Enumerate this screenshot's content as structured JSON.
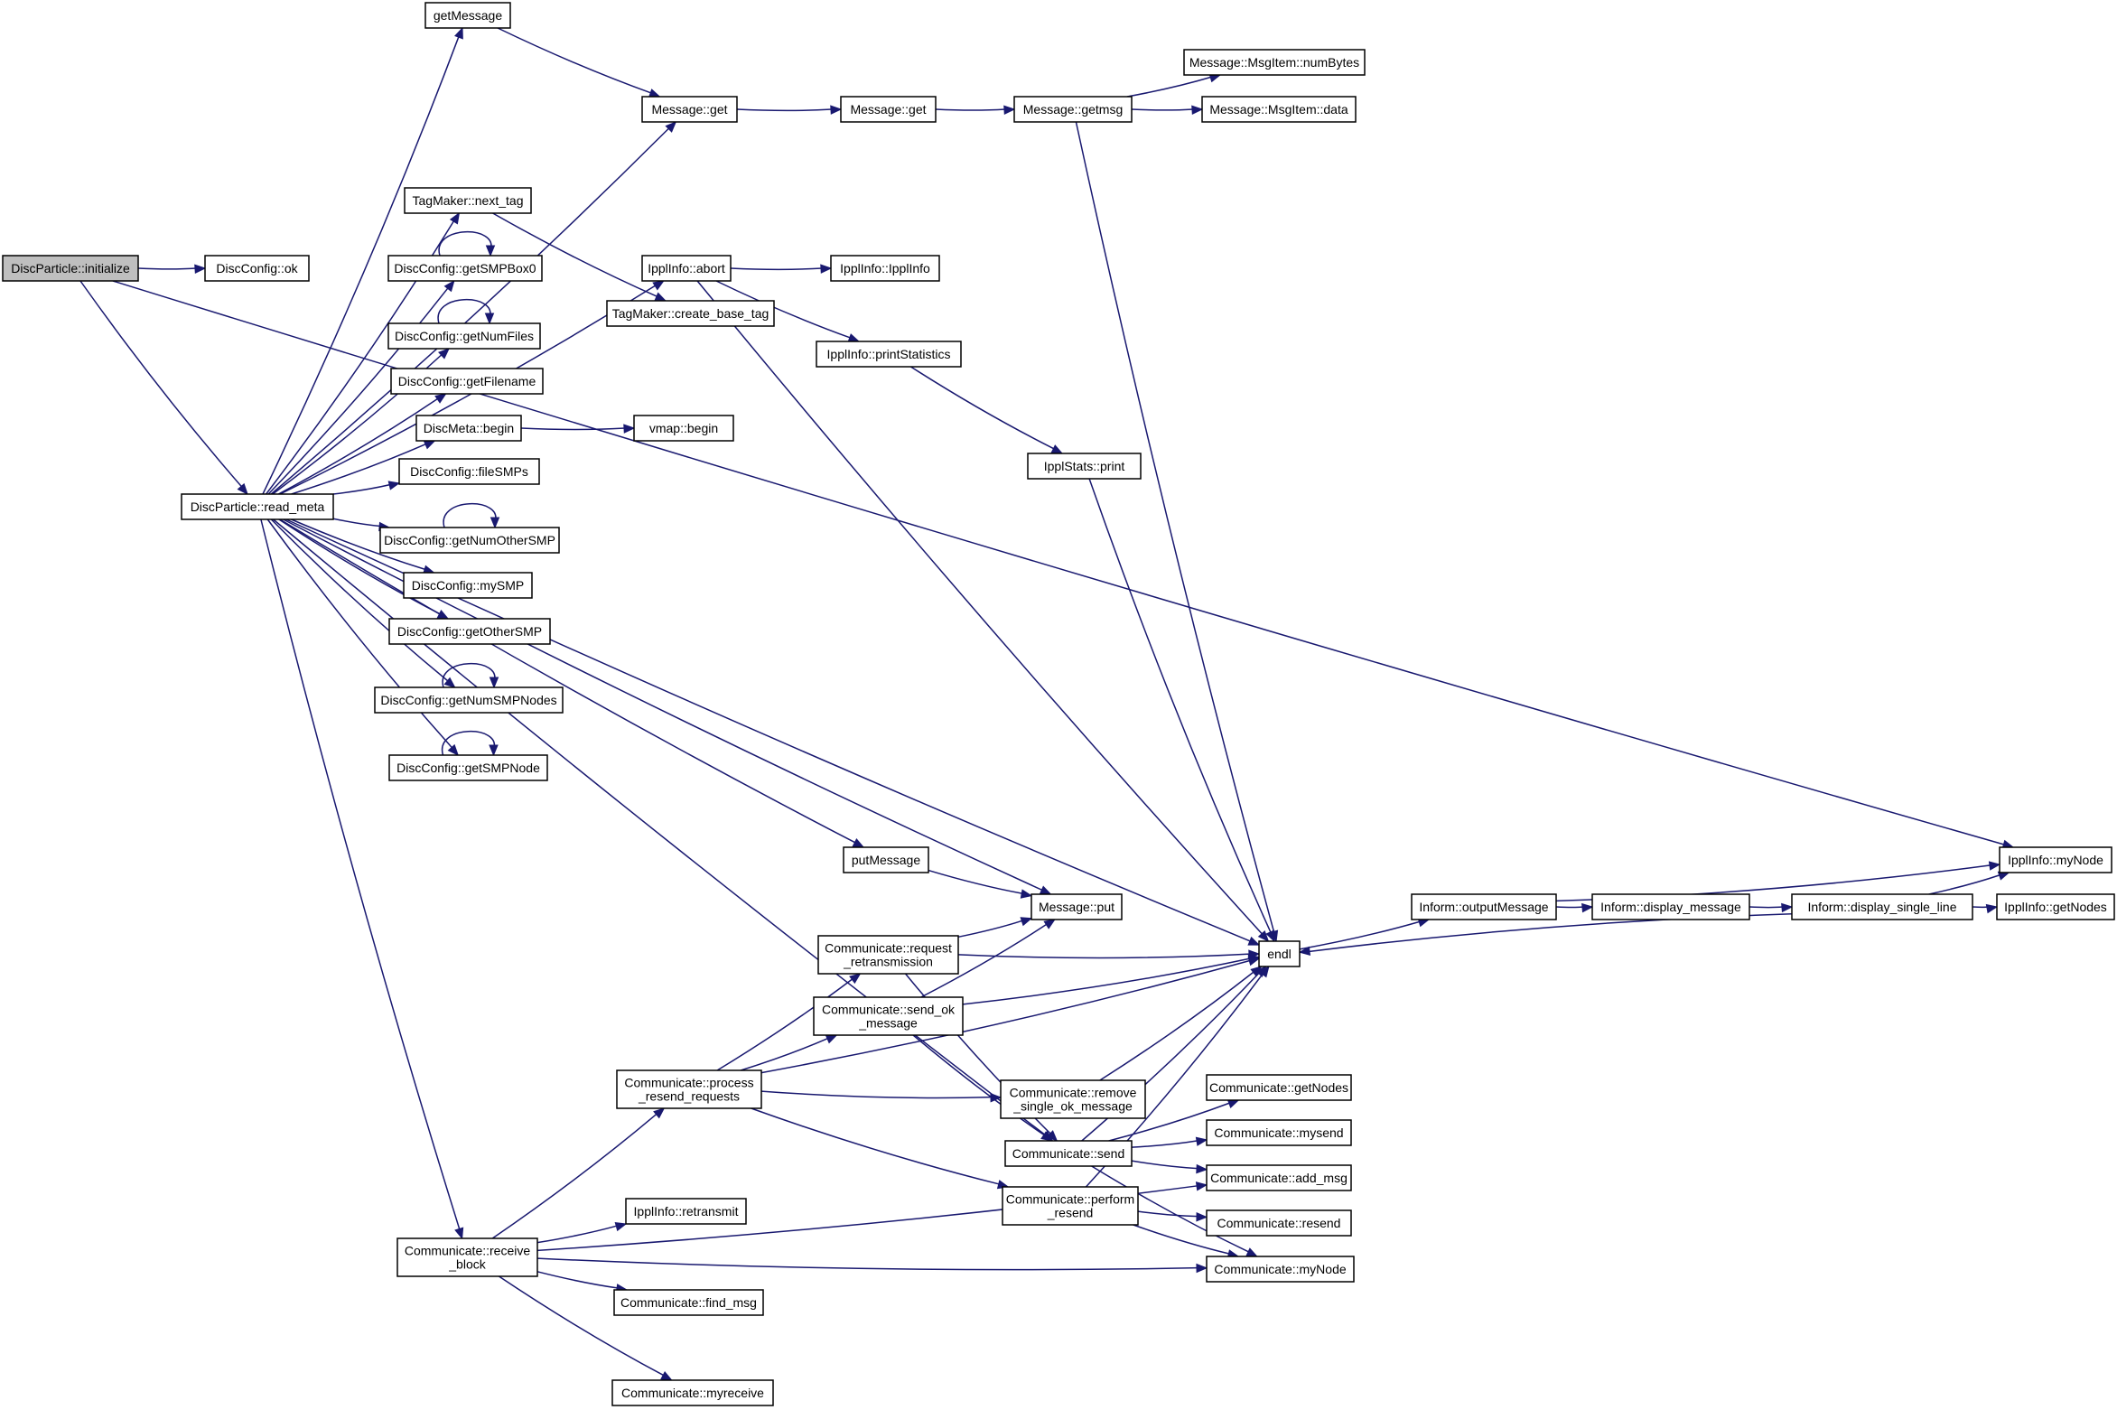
{
  "diagram": {
    "root": "DiscParticle::initialize",
    "nodes": [
      {
        "id": "init",
        "label": "DiscParticle::initialize",
        "root": true
      },
      {
        "id": "ok",
        "label": "DiscConfig::ok"
      },
      {
        "id": "readmeta",
        "label": "DiscParticle::read_meta"
      },
      {
        "id": "getMessage",
        "label": "getMessage"
      },
      {
        "id": "mget1",
        "label": "Message::get"
      },
      {
        "id": "mget2",
        "label": "Message::get"
      },
      {
        "id": "getmsg",
        "label": "Message::getmsg"
      },
      {
        "id": "numBytes",
        "label": "Message::MsgItem::numBytes"
      },
      {
        "id": "data",
        "label": "Message::MsgItem::data"
      },
      {
        "id": "nexttag",
        "label": "TagMaker::next_tag"
      },
      {
        "id": "createtag",
        "label": "TagMaker::create_base_tag"
      },
      {
        "id": "abort",
        "label": "IpplInfo::abort"
      },
      {
        "id": "ipplinfo",
        "label": "IpplInfo::IpplInfo"
      },
      {
        "id": "printstat",
        "label": "IpplInfo::printStatistics"
      },
      {
        "id": "statsprint",
        "label": "IpplStats::print"
      },
      {
        "id": "box0",
        "label": "DiscConfig::getSMPBox0"
      },
      {
        "id": "numfiles",
        "label": "DiscConfig::getNumFiles"
      },
      {
        "id": "filename",
        "label": "DiscConfig::getFilename"
      },
      {
        "id": "metabegin",
        "label": "DiscMeta::begin"
      },
      {
        "id": "vmapbegin",
        "label": "vmap::begin"
      },
      {
        "id": "filesmps",
        "label": "DiscConfig::fileSMPs"
      },
      {
        "id": "numother",
        "label": "DiscConfig::getNumOtherSMP"
      },
      {
        "id": "mysmp",
        "label": "DiscConfig::mySMP"
      },
      {
        "id": "othersmp",
        "label": "DiscConfig::getOtherSMP"
      },
      {
        "id": "numsmpnodes",
        "label": "DiscConfig::getNumSMPNodes"
      },
      {
        "id": "smpnode",
        "label": "DiscConfig::getSMPNode"
      },
      {
        "id": "putMessage",
        "label": "putMessage"
      },
      {
        "id": "mput",
        "label": "Message::put"
      },
      {
        "id": "endl",
        "label": "endl"
      },
      {
        "id": "outmsg",
        "label": "Inform::outputMessage"
      },
      {
        "id": "dispmsg",
        "label": "Inform::display_message"
      },
      {
        "id": "displine",
        "label": "Inform::display_single_line"
      },
      {
        "id": "mynode",
        "label": "IpplInfo::myNode"
      },
      {
        "id": "getnodes",
        "label": "IpplInfo::getNodes"
      },
      {
        "id": "reqretrans",
        "label": "Communicate::request\n_retransmission"
      },
      {
        "id": "sendok",
        "label": "Communicate::send_ok\n_message"
      },
      {
        "id": "procresend",
        "label": "Communicate::process\n_resend_requests"
      },
      {
        "id": "removeok",
        "label": "Communicate::remove\n_single_ok_message"
      },
      {
        "id": "cgetnodes",
        "label": "Communicate::getNodes"
      },
      {
        "id": "csend",
        "label": "Communicate::send"
      },
      {
        "id": "mysend",
        "label": "Communicate::mysend"
      },
      {
        "id": "addmsg",
        "label": "Communicate::add_msg"
      },
      {
        "id": "perfresend",
        "label": "Communicate::perform\n_resend"
      },
      {
        "id": "resend",
        "label": "Communicate::resend"
      },
      {
        "id": "cmynode",
        "label": "Communicate::myNode"
      },
      {
        "id": "retransmit",
        "label": "IpplInfo::retransmit"
      },
      {
        "id": "recvblock",
        "label": "Communicate::receive\n_block"
      },
      {
        "id": "findmsg",
        "label": "Communicate::find_msg"
      },
      {
        "id": "myreceive",
        "label": "Communicate::myreceive"
      }
    ],
    "edges": [
      [
        "init",
        "ok"
      ],
      [
        "init",
        "readmeta"
      ],
      [
        "init",
        "mynode"
      ],
      [
        "readmeta",
        "getMessage"
      ],
      [
        "readmeta",
        "mget1"
      ],
      [
        "readmeta",
        "nexttag"
      ],
      [
        "readmeta",
        "abort"
      ],
      [
        "readmeta",
        "box0"
      ],
      [
        "readmeta",
        "numfiles"
      ],
      [
        "readmeta",
        "filename"
      ],
      [
        "readmeta",
        "metabegin"
      ],
      [
        "readmeta",
        "filesmps"
      ],
      [
        "readmeta",
        "numother"
      ],
      [
        "readmeta",
        "mysmp"
      ],
      [
        "readmeta",
        "othersmp"
      ],
      [
        "readmeta",
        "numsmpnodes"
      ],
      [
        "readmeta",
        "smpnode"
      ],
      [
        "readmeta",
        "endl"
      ],
      [
        "readmeta",
        "putMessage"
      ],
      [
        "readmeta",
        "mput"
      ],
      [
        "readmeta",
        "csend"
      ],
      [
        "readmeta",
        "recvblock"
      ],
      [
        "getMessage",
        "mget1"
      ],
      [
        "mget1",
        "mget2"
      ],
      [
        "mget2",
        "getmsg"
      ],
      [
        "getmsg",
        "numBytes"
      ],
      [
        "getmsg",
        "data"
      ],
      [
        "getmsg",
        "endl"
      ],
      [
        "nexttag",
        "createtag"
      ],
      [
        "abort",
        "ipplinfo"
      ],
      [
        "abort",
        "printstat"
      ],
      [
        "abort",
        "endl"
      ],
      [
        "printstat",
        "statsprint"
      ],
      [
        "statsprint",
        "endl"
      ],
      [
        "box0",
        "box0"
      ],
      [
        "numfiles",
        "numfiles"
      ],
      [
        "numother",
        "numother"
      ],
      [
        "numsmpnodes",
        "numsmpnodes"
      ],
      [
        "smpnode",
        "smpnode"
      ],
      [
        "metabegin",
        "vmapbegin"
      ],
      [
        "putMessage",
        "mput"
      ],
      [
        "endl",
        "outmsg"
      ],
      [
        "outmsg",
        "dispmsg"
      ],
      [
        "outmsg",
        "mynode"
      ],
      [
        "dispmsg",
        "displine"
      ],
      [
        "displine",
        "mynode"
      ],
      [
        "displine",
        "getnodes"
      ],
      [
        "displine",
        "endl"
      ],
      [
        "reqretrans",
        "mput"
      ],
      [
        "reqretrans",
        "endl"
      ],
      [
        "reqretrans",
        "csend"
      ],
      [
        "sendok",
        "mput"
      ],
      [
        "sendok",
        "endl"
      ],
      [
        "sendok",
        "csend"
      ],
      [
        "procresend",
        "reqretrans"
      ],
      [
        "procresend",
        "sendok"
      ],
      [
        "procresend",
        "endl"
      ],
      [
        "procresend",
        "removeok"
      ],
      [
        "procresend",
        "perfresend"
      ],
      [
        "removeok",
        "endl"
      ],
      [
        "csend",
        "cgetnodes"
      ],
      [
        "csend",
        "mysend"
      ],
      [
        "csend",
        "addmsg"
      ],
      [
        "csend",
        "cmynode"
      ],
      [
        "csend",
        "endl"
      ],
      [
        "perfresend",
        "resend"
      ],
      [
        "perfresend",
        "cmynode"
      ],
      [
        "perfresend",
        "endl"
      ],
      [
        "recvblock",
        "procresend"
      ],
      [
        "recvblock",
        "retransmit"
      ],
      [
        "recvblock",
        "addmsg"
      ],
      [
        "recvblock",
        "findmsg"
      ],
      [
        "recvblock",
        "cmynode"
      ],
      [
        "recvblock",
        "myreceive"
      ]
    ]
  }
}
